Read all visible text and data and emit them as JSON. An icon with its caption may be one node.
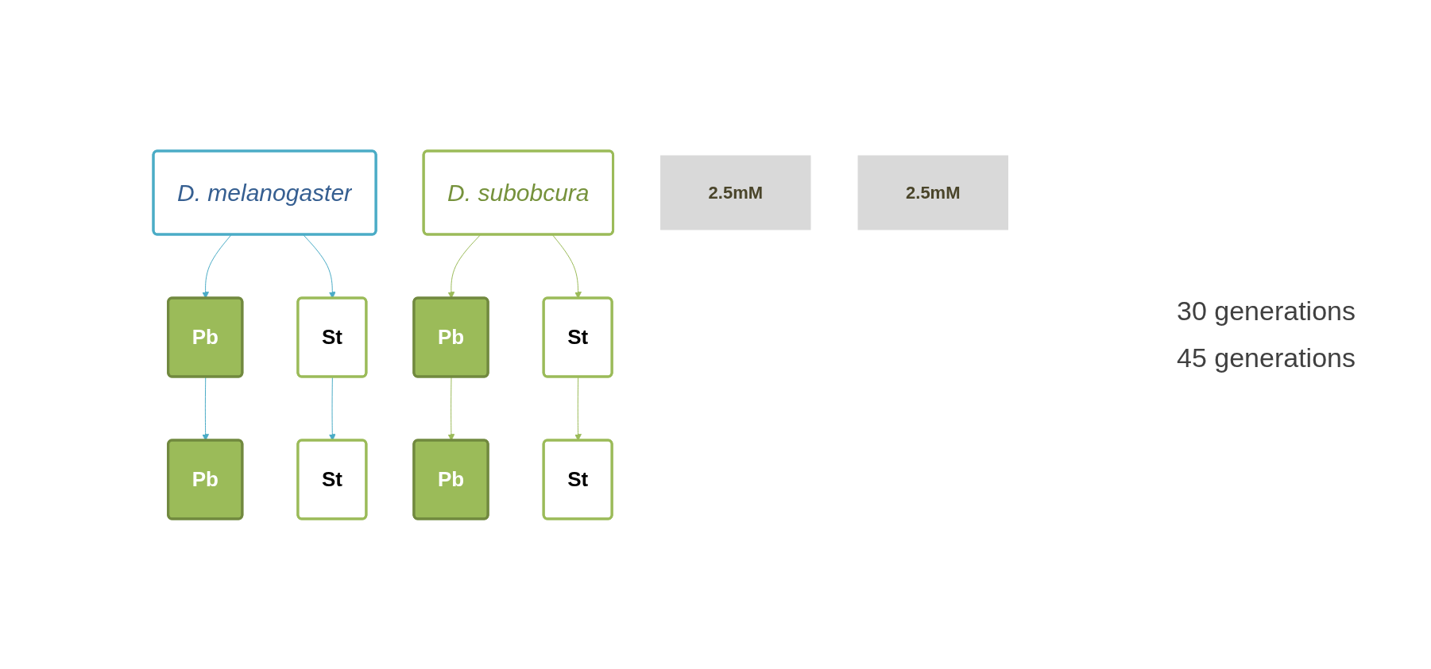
{
  "diagram": {
    "nodes": [
      {
        "text": [
          "D. melanogaster"
        ]
      },
      {
        "text": [
          "D. subobcura"
        ]
      },
      {
        "text": [
          "2.5mM"
        ]
      },
      {
        "text": [
          "2.5mM"
        ]
      },
      {
        "text": [
          "Pb"
        ]
      },
      {
        "text": [
          "St"
        ]
      },
      {
        "text": [
          "Pb"
        ]
      },
      {
        "text": [
          "St"
        ]
      },
      {
        "text": [
          "Pb"
        ]
      },
      {
        "text": [
          "St"
        ]
      },
      {
        "text": [
          "Pb"
        ]
      },
      {
        "text": [
          "St"
        ]
      }
    ],
    "edges": [
      {
        "from": 0,
        "to": 4,
        "arrow": "to",
        "color": "#4bacc6"
      },
      {
        "from": 0,
        "to": 5,
        "arrow": "to",
        "color": "#4bacc6"
      },
      {
        "from": 1,
        "to": 6,
        "arrow": "to",
        "color": "#9bbb59"
      },
      {
        "from": 1,
        "to": 7,
        "arrow": "to",
        "color": "#9bbb59"
      },
      {
        "from": 4,
        "to": 8,
        "arrow": "to",
        "color": "#4bacc6"
      },
      {
        "from": 5,
        "to": 9,
        "arrow": "to",
        "color": "#4bacc6"
      },
      {
        "from": 6,
        "to": 10,
        "arrow": "to",
        "color": "#9bbb59"
      },
      {
        "from": 7,
        "to": 11,
        "arrow": "to",
        "color": "#9bbb59"
      }
    ],
    "labels": [
      "30 generations",
      "45 generations"
    ]
  }
}
